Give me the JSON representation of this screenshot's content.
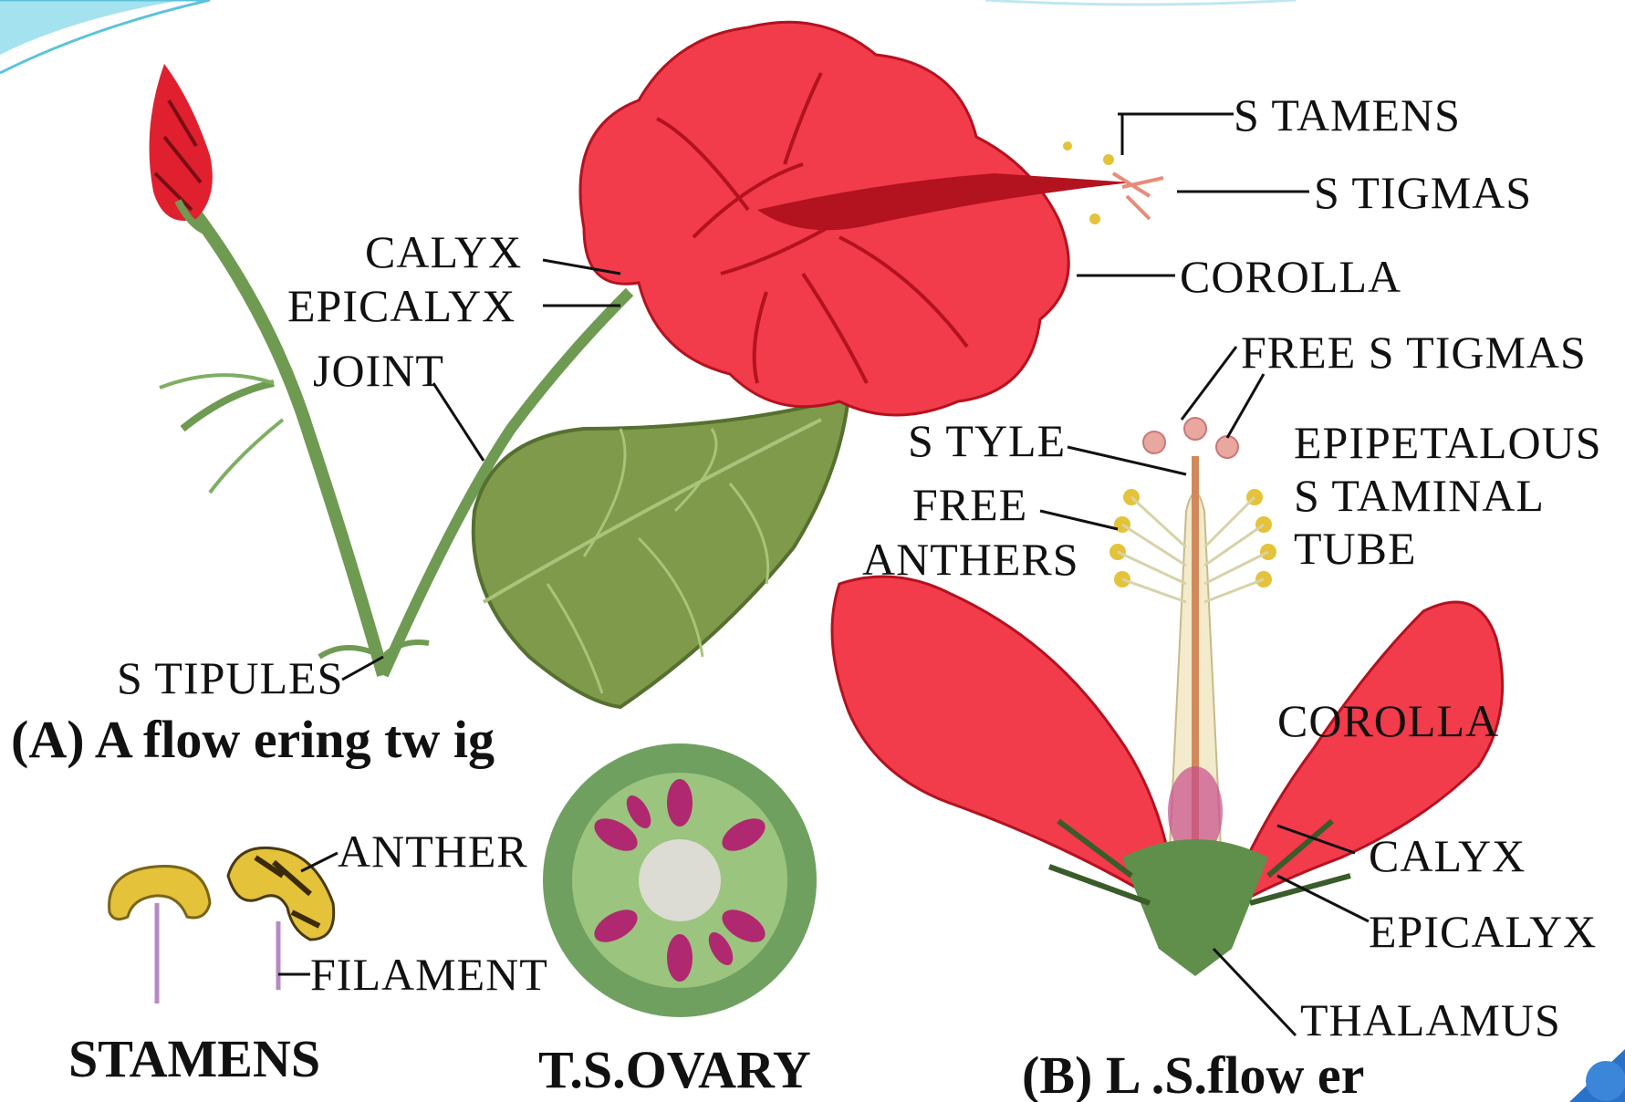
{
  "colors": {
    "petal": "#f23b4b",
    "petal_dark": "#b3121f",
    "leaf": "#7f9a4a",
    "stem": "#6f9a52",
    "anther": "#e4c23a",
    "ovary_outer": "#6fa060",
    "ovary_inner": "#9bc47e",
    "ovule": "#b0286f",
    "staminal_tube": "#f2eccd"
  },
  "twig": {
    "title": "(A) A flow ering tw ig",
    "labels": {
      "calyx": "CALYX",
      "epicalyx": "EPICALYX",
      "joint": "JOINT",
      "stipules": "S TIPULES",
      "stamens": "S TAMENS",
      "stigmas": "S TIGMAS",
      "corolla": "COROLLA"
    }
  },
  "ls_flower": {
    "title": "(B) L .S.flow er",
    "labels": {
      "free_stigmas": "FREE S TIGMAS",
      "style": "S TYLE",
      "free_anthers_1": "FREE",
      "free_anthers_2": "ANTHERS",
      "epipetalous_1": "EPIPETALOUS",
      "epipetalous_2": "S TAMINAL",
      "epipetalous_3": "TUBE",
      "corolla": "COROLLA",
      "calyx": "CALYX",
      "epicalyx": "EPICALYX",
      "thalamus": "THALAMUS"
    }
  },
  "stamens": {
    "title": "STAMENS",
    "labels": {
      "anther": "ANTHER",
      "filament": "FILAMENT"
    }
  },
  "ovary": {
    "title": "T.S.OVARY"
  }
}
